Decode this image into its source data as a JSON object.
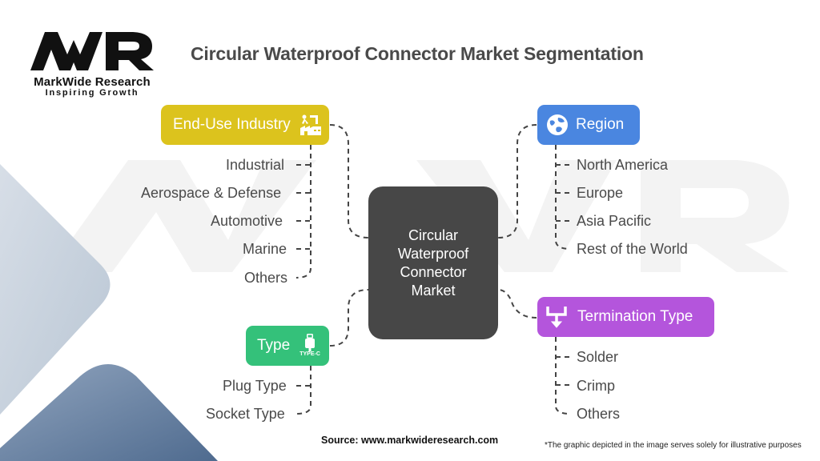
{
  "brand": {
    "logo_letters": "MWR",
    "name": "MarkWide Research",
    "tagline": "Inspiring Growth"
  },
  "title": "Circular Waterproof Connector Market Segmentation",
  "center": {
    "label": "Circular Waterproof Connector Market",
    "color": "#474747"
  },
  "segments": [
    {
      "id": "end-use-industry",
      "label": "End-Use Industry",
      "icon": "factory-robot-arm-icon",
      "color": "#dcc31d",
      "items": [
        "Industrial",
        "Aerospace & Defense",
        "Automotive",
        "Marine",
        "Others"
      ]
    },
    {
      "id": "region",
      "label": "Region",
      "icon": "globe-icon",
      "color": "#4a86e0",
      "items": [
        "North America",
        "Europe",
        "Asia Pacific",
        "Rest of the World"
      ]
    },
    {
      "id": "type",
      "label": "Type",
      "icon": "usb-type-c-plug-icon",
      "icon_caption": "TYPE-C",
      "color": "#34c17a",
      "items": [
        "Plug Type",
        "Socket Type"
      ]
    },
    {
      "id": "termination-type",
      "label": "Termination Type",
      "icon": "branch-arrow-down-icon",
      "color": "#b455dc",
      "items": [
        "Solder",
        "Crimp",
        "Others"
      ]
    }
  ],
  "footer": {
    "source": "Source: www.markwideresearch.com",
    "disclaimer": "*The graphic depicted in the image serves  solely for illustrative purposes"
  }
}
